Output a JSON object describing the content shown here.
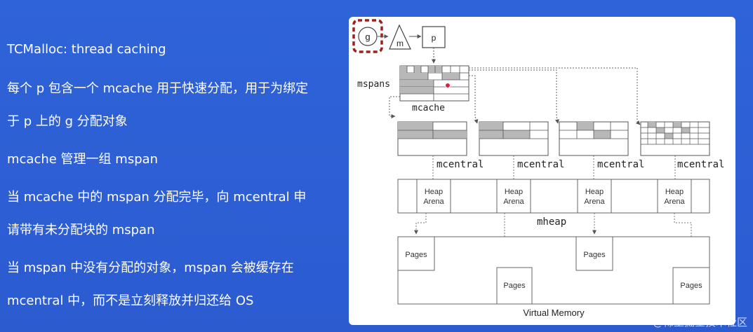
{
  "slide": {
    "title": "TCMalloc: thread caching",
    "lines": [
      "每个 p 包含一个 mcache 用于快速分配，用于为绑定",
      "于 p 上的 g 分配对象",
      "mcache 管理一组 mspan",
      "当 mcache 中的 mspan 分配完毕，向 mcentral 申",
      "请带有未分配块的 mspan",
      "当 mspan 中没有分配的对象，mspan 会被缓存在",
      "mcentral 中，而不是立刻释放并归还给 OS"
    ]
  },
  "diagram": {
    "g_label": "g",
    "m_label": "m",
    "p_label": "p",
    "mspans_label": "mspans",
    "mcache_label": "mcache",
    "mcentral_labels": [
      "mcentral",
      "mcentral",
      "mcentral",
      "mcentral"
    ],
    "heap_arena_line1": "Heap",
    "heap_arena_line2": "Arena",
    "mheap_label": "mheap",
    "pages_label": "Pages",
    "virtual_memory_label": "Virtual Memory"
  },
  "watermark": "@稀土掘金技术社区",
  "colors": {
    "background": "#2f5fd3",
    "highlight_dashed": "#a0201c",
    "cell_gray": "#b8b8b8",
    "allocated_dot": "#e0203a"
  }
}
